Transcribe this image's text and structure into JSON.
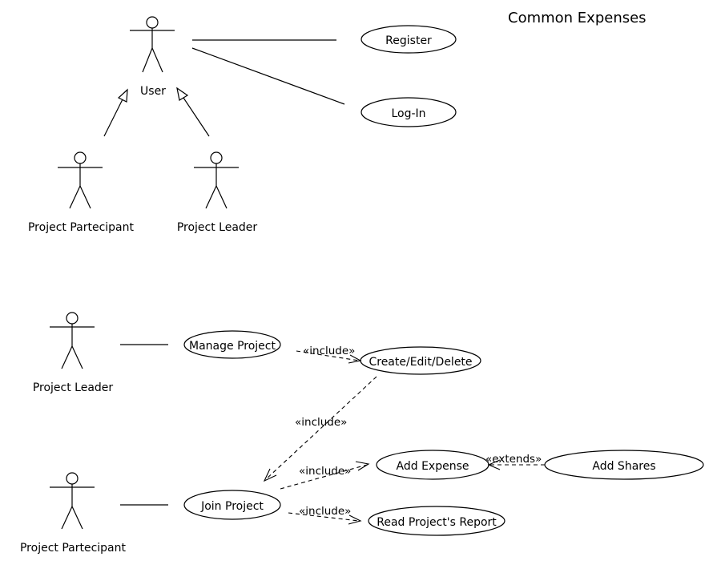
{
  "title": "Common Expenses",
  "actors": {
    "user": "User",
    "participant_top": "Project Partecipant",
    "leader_top": "Project Leader",
    "leader_bottom": "Project Leader",
    "participant_bottom": "Project Partecipant"
  },
  "use_cases": {
    "register": "Register",
    "login": "Log-In",
    "manage_project": "Manage Project",
    "create_edit_delete": "Create/Edit/Delete",
    "join_project": "Join Project",
    "add_expense": "Add Expense",
    "add_shares": "Add Shares",
    "read_report": "Read Project's Report"
  },
  "relations": {
    "include_manage_create": "«include»",
    "include_create_join": "«include»",
    "include_join_expense": "«include»",
    "include_join_report": "«include»",
    "extends_shares_expense": "«extends»"
  }
}
